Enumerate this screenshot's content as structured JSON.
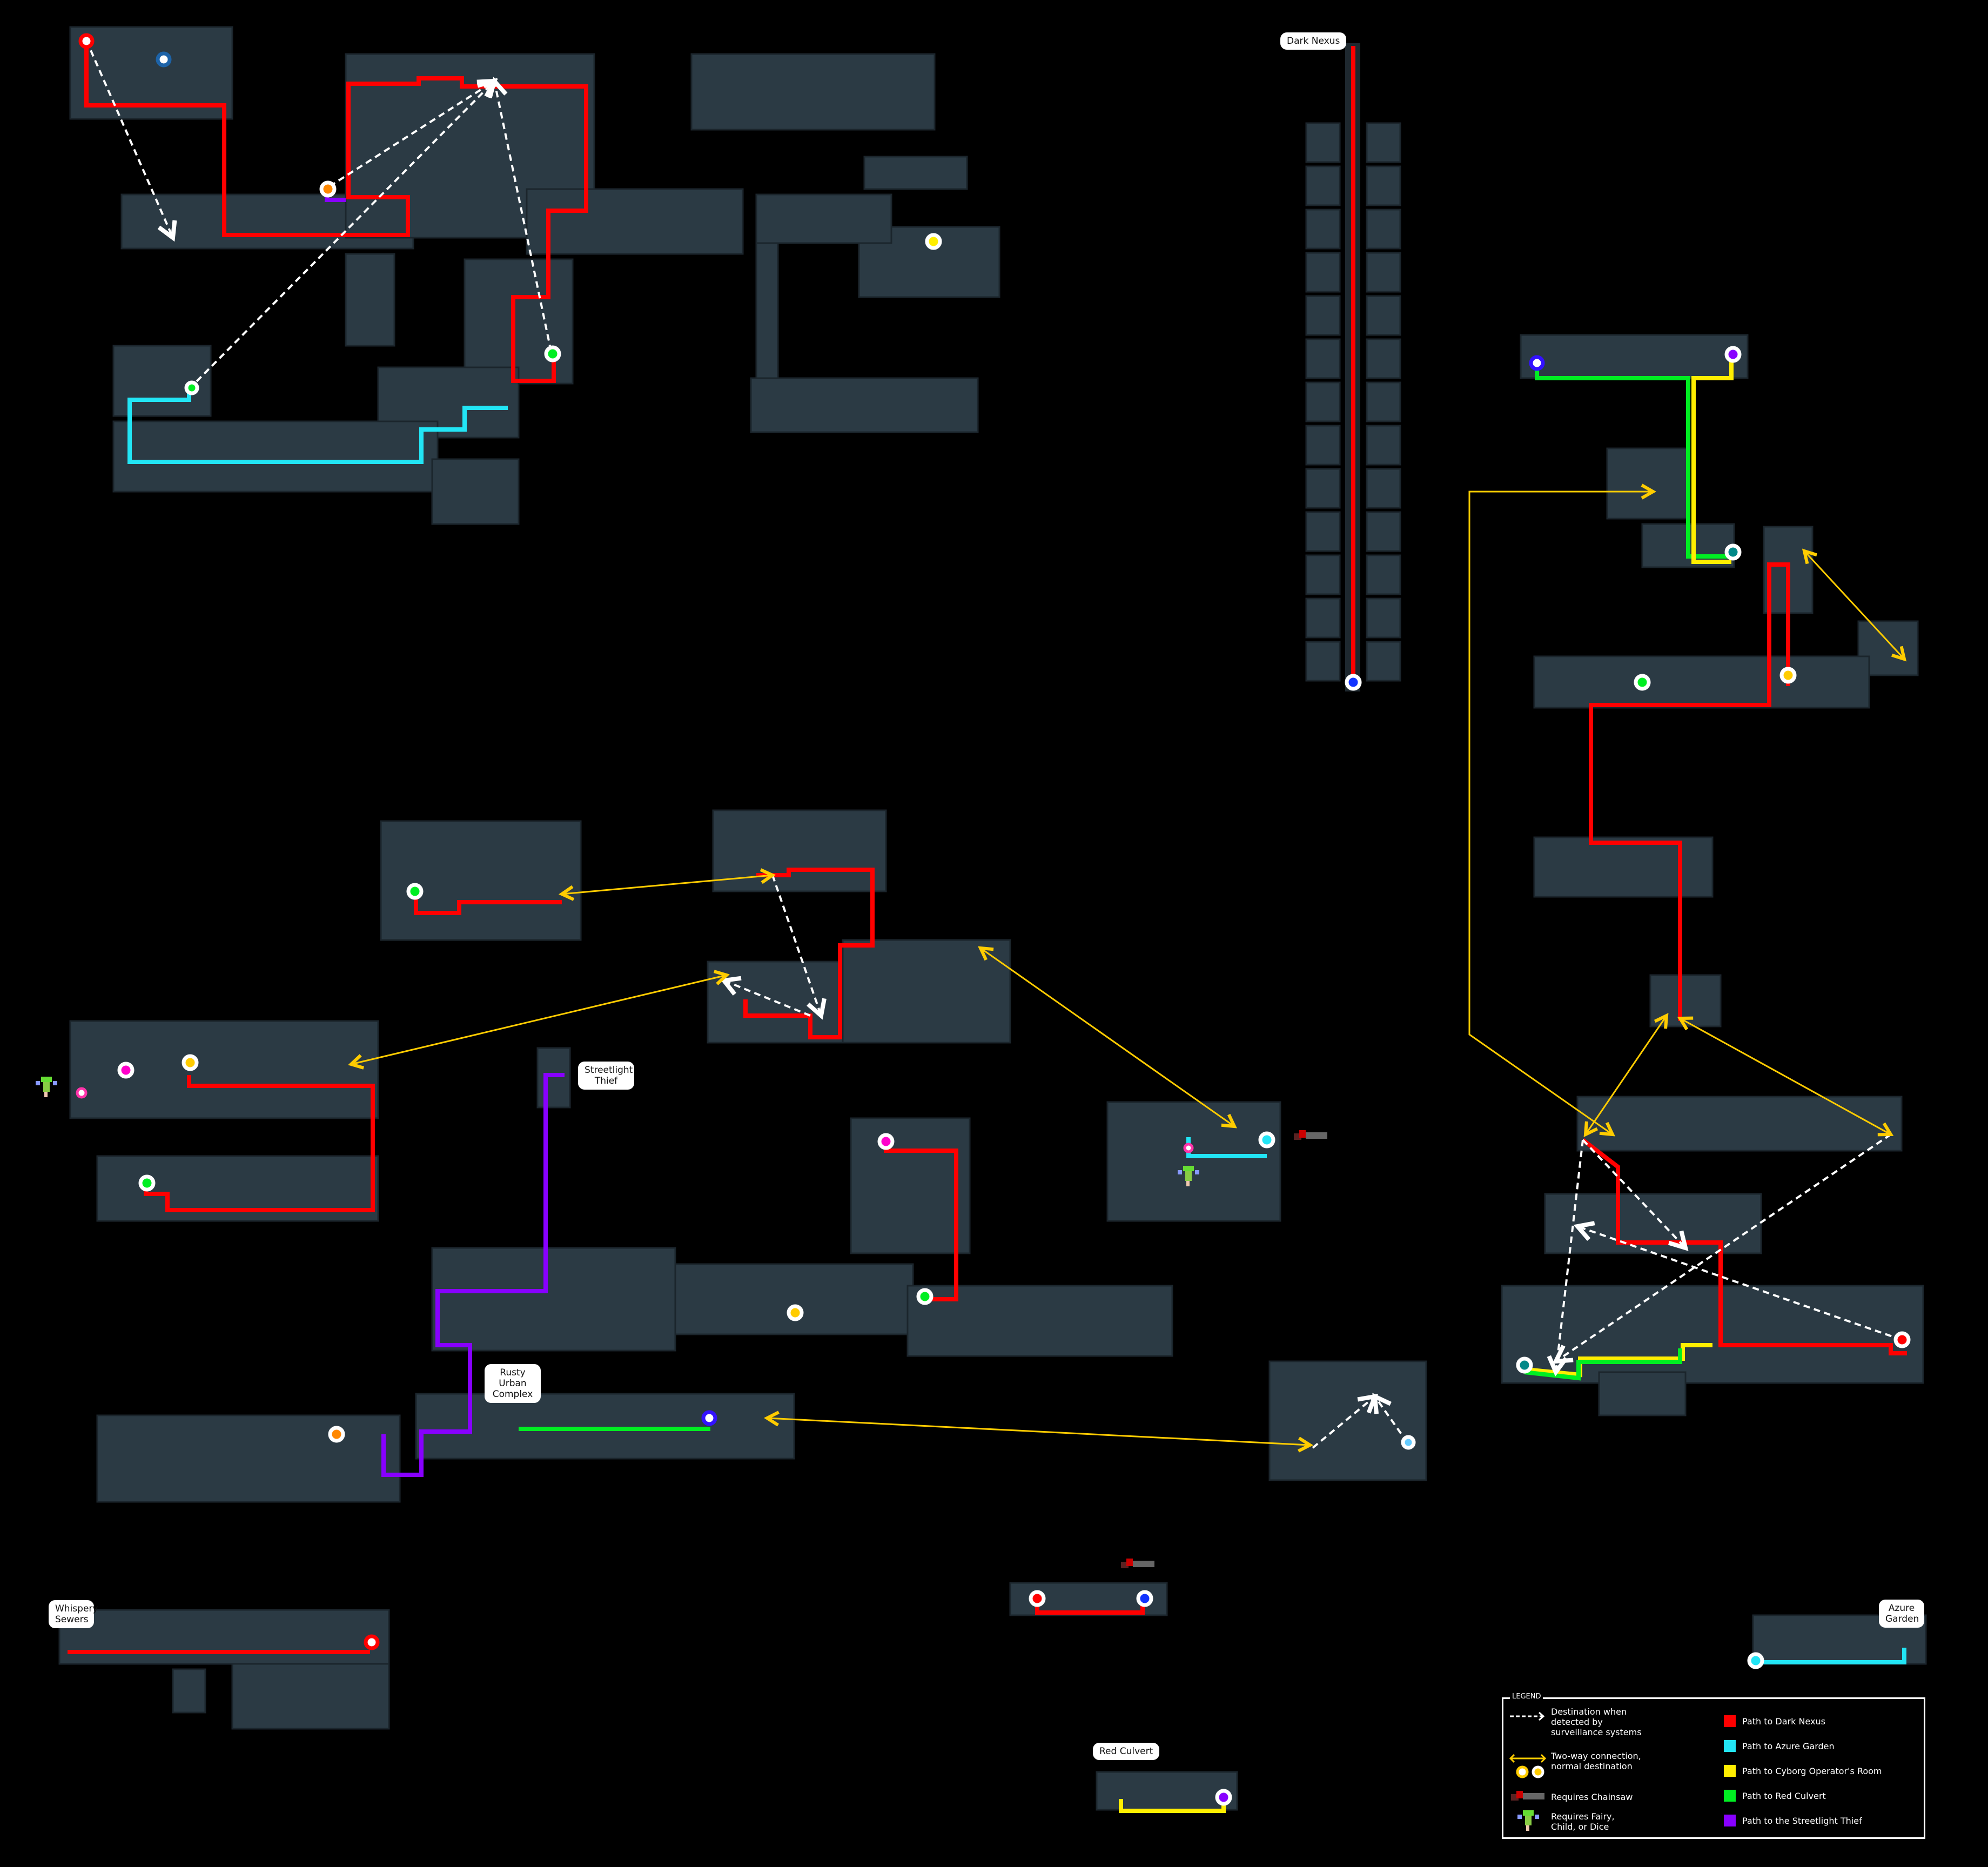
{
  "labels": {
    "dark_nexus": "Dark Nexus",
    "streetlight_thief": "Streetlight Thief",
    "rusty_urban_complex": "Rusty Urban Complex",
    "whispery_sewers": "Whispery Sewers",
    "red_culvert": "Red Culvert",
    "azure_garden": "Azure Garden"
  },
  "legend": {
    "title": "LEGEND",
    "items": [
      {
        "icon": "dashed-arrow-icon",
        "text": "Destination when detected by surveillance systems"
      },
      {
        "icon": "two-way-arrow-icon",
        "text": "Two-way connection, normal destination"
      },
      {
        "icon": "chainsaw-icon",
        "text": "Requires Chainsaw"
      },
      {
        "icon": "fairy-icon",
        "text": "Requires Fairy, Child, or Dice"
      }
    ],
    "paths": [
      {
        "color": "#ff0000",
        "text": "Path to Dark Nexus"
      },
      {
        "color": "#22e5f5",
        "text": "Path to Azure Garden"
      },
      {
        "color": "#ffee00",
        "text": "Path to Cyborg Operator's Room"
      },
      {
        "color": "#00ee22",
        "text": "Path to Red Culvert"
      },
      {
        "color": "#8800ff",
        "text": "Path to the Streetlight Thief"
      }
    ]
  },
  "colors": {
    "dark_nexus": "#ff0000",
    "azure_garden": "#22e5f5",
    "cyborg_room": "#ffee00",
    "red_culvert": "#00ee22",
    "streetlight_thief": "#8800ff",
    "two_way": "#ffcc00",
    "surveillance": "#ffffff"
  }
}
